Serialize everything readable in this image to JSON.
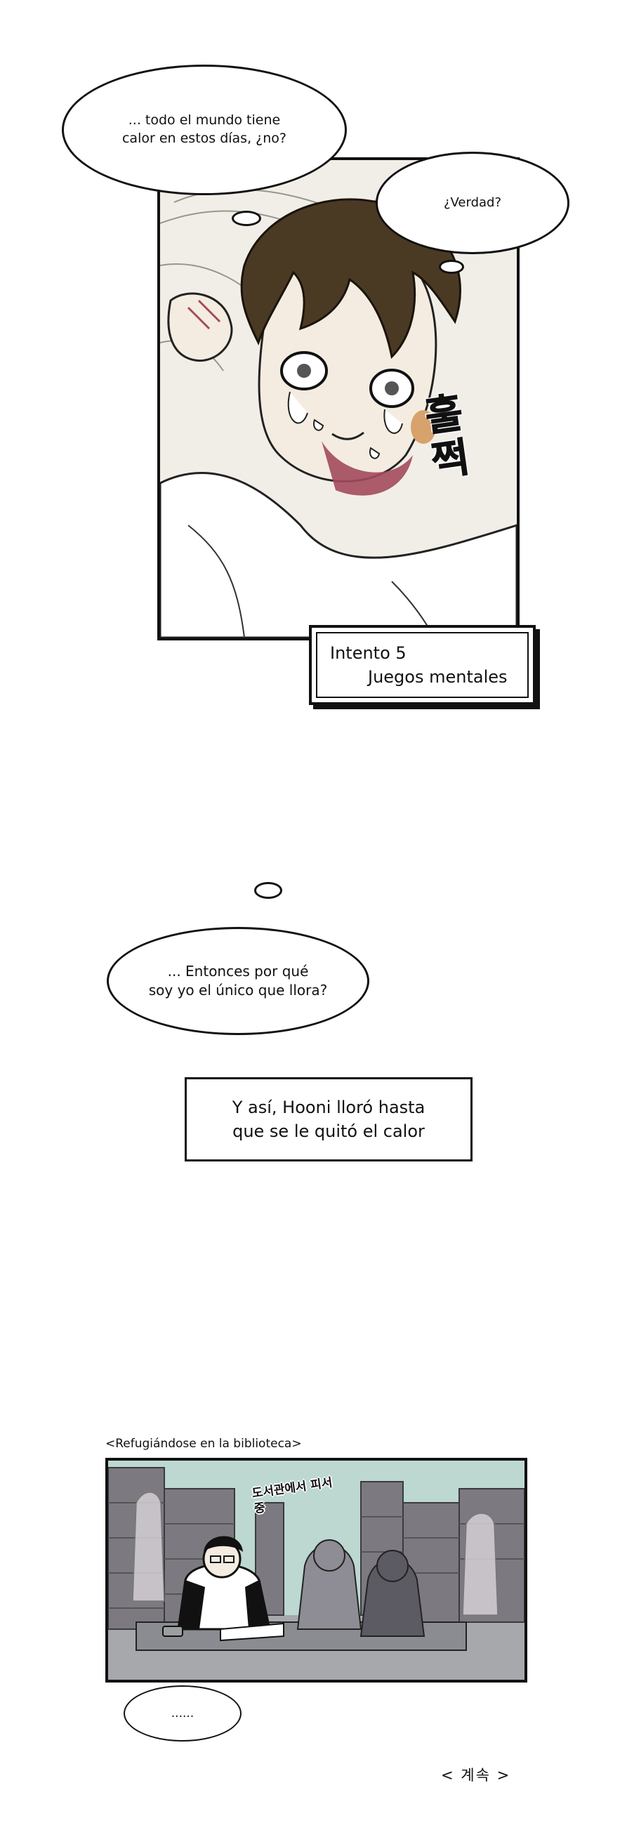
{
  "page": {
    "panel1": {
      "bubble_top": [
        "... todo el mundo tiene",
        "calor en estos días, ¿no?"
      ],
      "bubble_right": "¿Verdad?",
      "sfx": "훌쩍"
    },
    "title_box": {
      "line1": "Intento 5",
      "line2": "Juegos mentales"
    },
    "mid_bubble": [
      "... Entonces por qué",
      "soy yo el único que llora?"
    ],
    "narration": [
      "Y así, Hooni lloró hasta",
      "que se le quitó el calor"
    ],
    "panel2": {
      "caption": "<Refugiándose en la biblioteca>",
      "korean_label": "도서관에서 피서중",
      "bubble": "......"
    },
    "footer": "< 계속 >"
  },
  "colors": {
    "panel1_bg": "#f1eee8",
    "hair": "#4a3a24",
    "skin": "#f4ece0",
    "blush": "#a34a5c",
    "library_wall": "#bcd8d0",
    "shelves": "#7c7a80",
    "ink": "#111111"
  }
}
